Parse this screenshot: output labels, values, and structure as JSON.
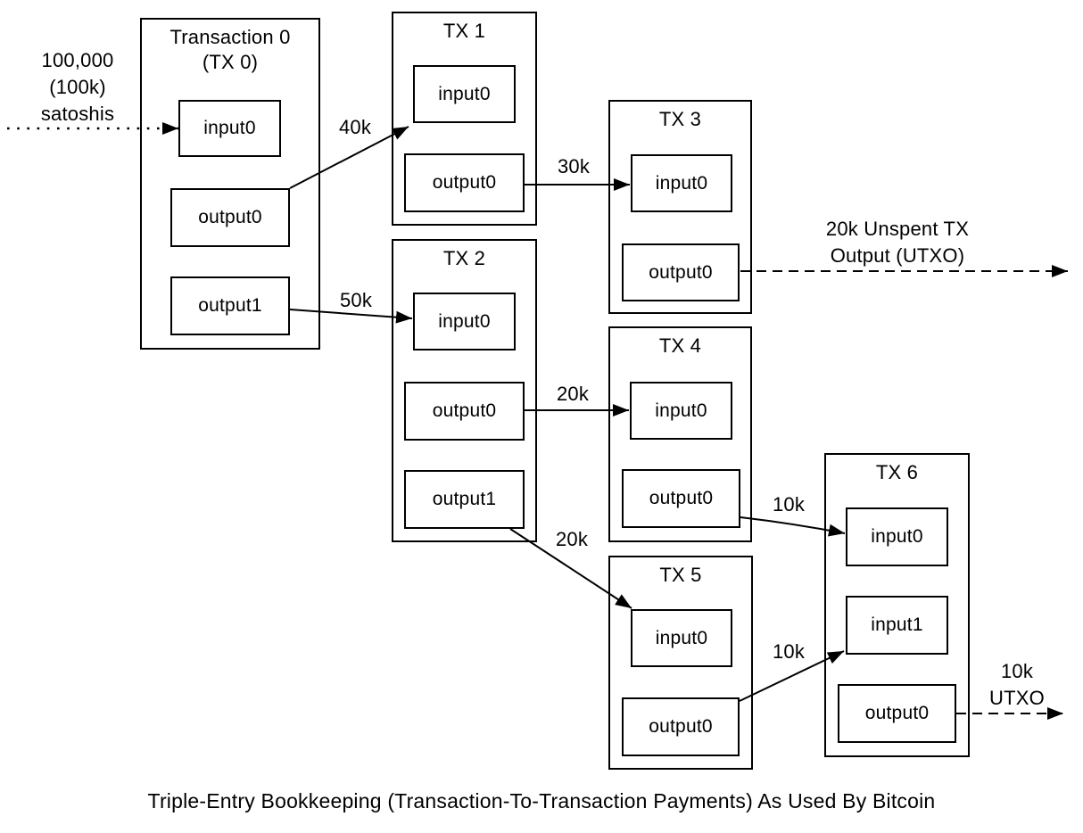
{
  "page": {
    "background_color": "#ffffff",
    "ink_color": "#000000"
  },
  "funding_source": {
    "line1": "100,000",
    "line2": "(100k)",
    "line3": "satoshis"
  },
  "transactions": {
    "tx0": {
      "title_line1": "Transaction 0",
      "title_line2": "(TX 0)",
      "input0": "input0",
      "output0": "output0",
      "output1": "output1"
    },
    "tx1": {
      "title": "TX 1",
      "input0": "input0",
      "output0": "output0"
    },
    "tx2": {
      "title": "TX 2",
      "input0": "input0",
      "output0": "output0",
      "output1": "output1"
    },
    "tx3": {
      "title": "TX 3",
      "input0": "input0",
      "output0": "output0"
    },
    "tx4": {
      "title": "TX 4",
      "input0": "input0",
      "output0": "output0"
    },
    "tx5": {
      "title": "TX 5",
      "input0": "input0",
      "output0": "output0"
    },
    "tx6": {
      "title": "TX 6",
      "input0": "input0",
      "input1": "input1",
      "output0": "output0"
    }
  },
  "flows": {
    "tx0_to_tx1": "40k",
    "tx0_to_tx2": "50k",
    "tx1_to_tx3": "30k",
    "tx2_to_tx4": "20k",
    "tx2_to_tx5": "20k",
    "tx4_to_tx6": "10k",
    "tx5_to_tx6": "10k"
  },
  "utxo": {
    "tx3_line1": "20k Unspent TX",
    "tx3_line2": "Output (UTXO)",
    "tx6_line1": "10k",
    "tx6_line2": "UTXO"
  },
  "caption": "Triple-Entry Bookkeeping (Transaction-To-Transaction Payments) As Used By Bitcoin"
}
